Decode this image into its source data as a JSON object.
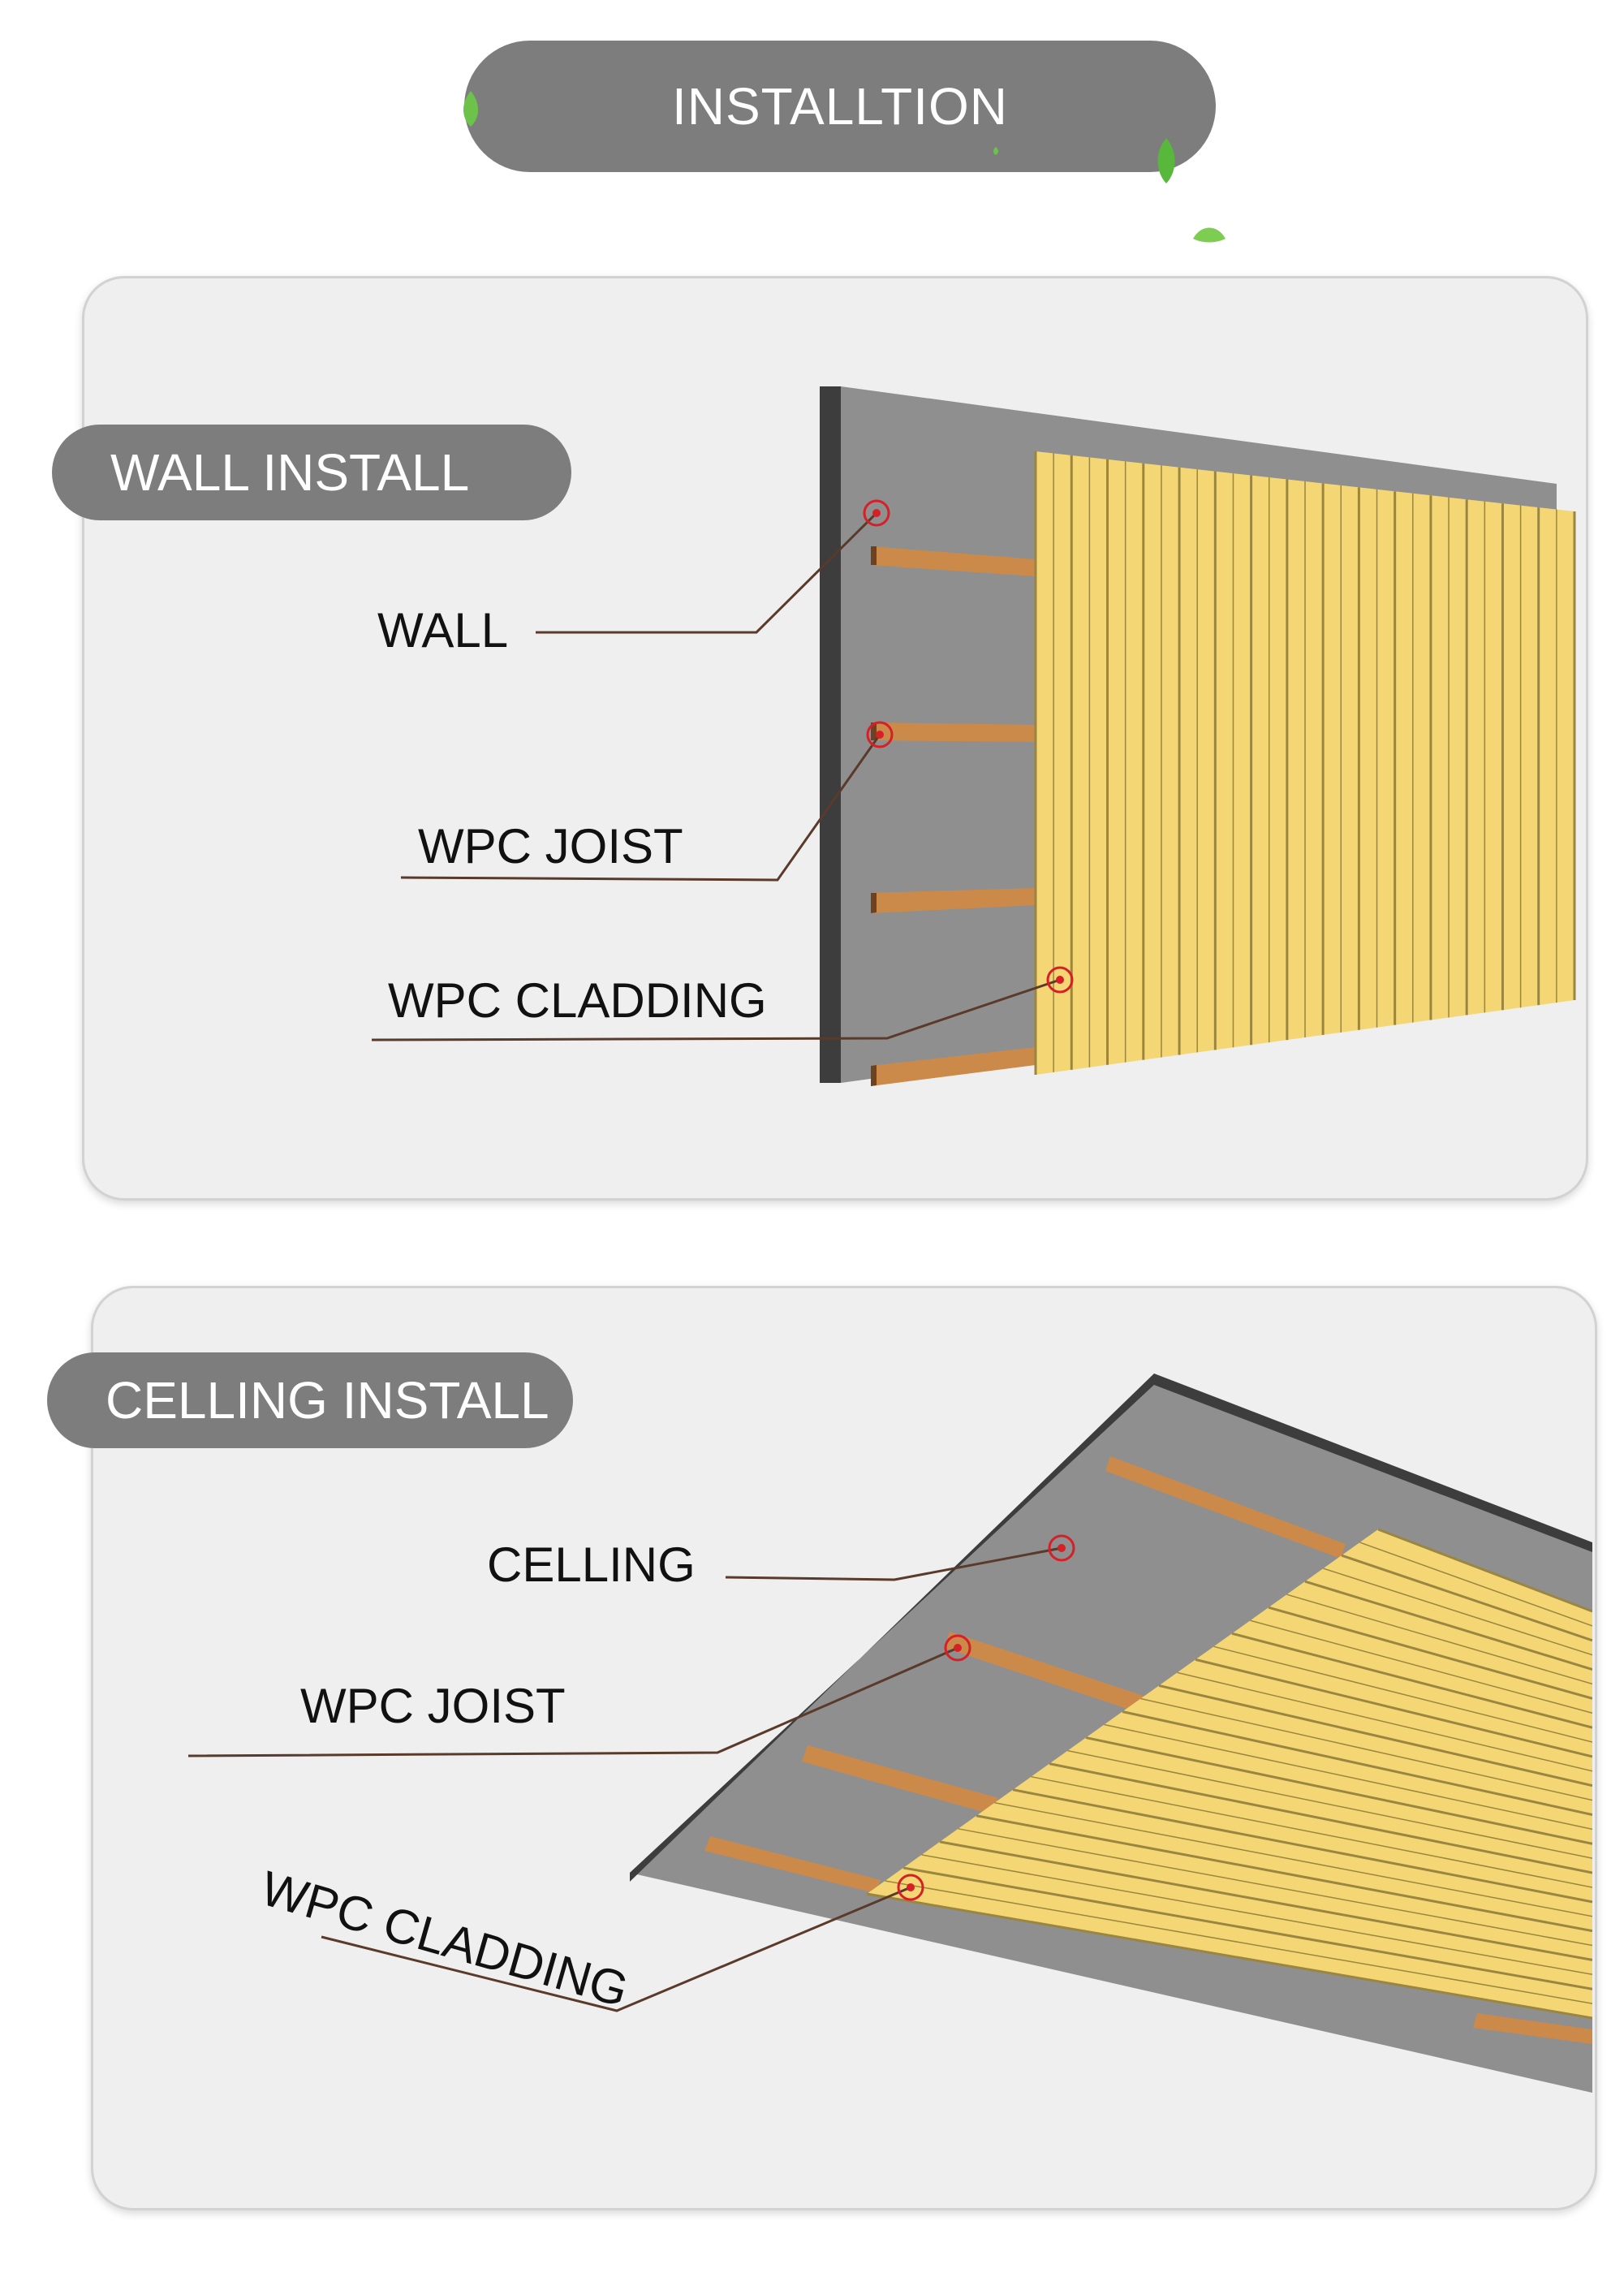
{
  "header": {
    "title": "INSTALLTION"
  },
  "wall_section": {
    "title": "WALL INSTALL",
    "labels": {
      "wall": "WALL",
      "joist": "WPC JOIST",
      "cladding": "WPC CLADDING"
    }
  },
  "ceiling_section": {
    "title": "CELLING INSTALL",
    "labels": {
      "ceiling": "CELLING",
      "joist": "WPC JOIST",
      "cladding": "WPC CLADDING"
    }
  },
  "colors": {
    "pill": "#7d7d7d",
    "panel": "#efefef",
    "board": "#8f8f8f",
    "board_edge": "#3d3d3d",
    "joist": "#cc8a4a",
    "cladding": "#f4d774",
    "cladding_line": "#9a8640",
    "leader": "#5a3a2a",
    "marker": "#d61f26"
  }
}
